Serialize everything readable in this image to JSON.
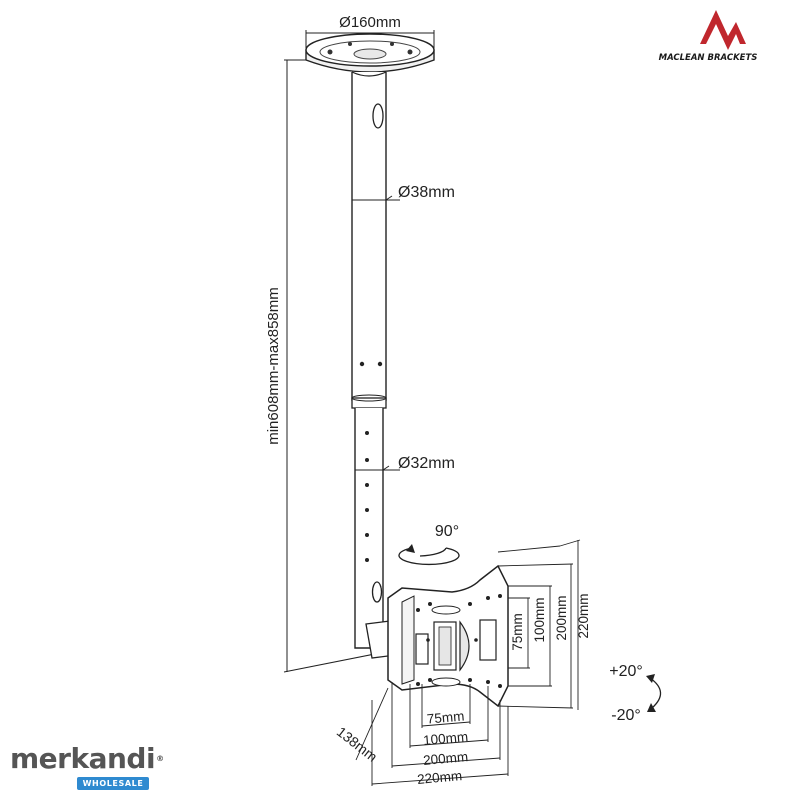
{
  "brand": {
    "logo_text": "MACLEAN BRACKETS",
    "logo_color": "#c0272d"
  },
  "watermark": {
    "name": "merkandi",
    "registered": "®",
    "badge": "WHOLESALE",
    "badge_color": "#2f8ad0"
  },
  "dimensions": {
    "base_diameter": "Ø160mm",
    "upper_pole_diameter": "Ø38mm",
    "lower_pole_diameter": "Ø32mm",
    "height_range": "min608mm-max858mm",
    "swivel_angle": "90°",
    "tilt_up": "+20°",
    "tilt_down": "-20°",
    "depth": "138mm",
    "vesa_75_h": "75mm",
    "vesa_100_h": "100mm",
    "vesa_200_h": "200mm",
    "vesa_220_h": "220mm",
    "vesa_75_v": "75mm",
    "vesa_100_v": "100mm",
    "vesa_200_v": "200mm",
    "vesa_220_v": "220mm"
  }
}
